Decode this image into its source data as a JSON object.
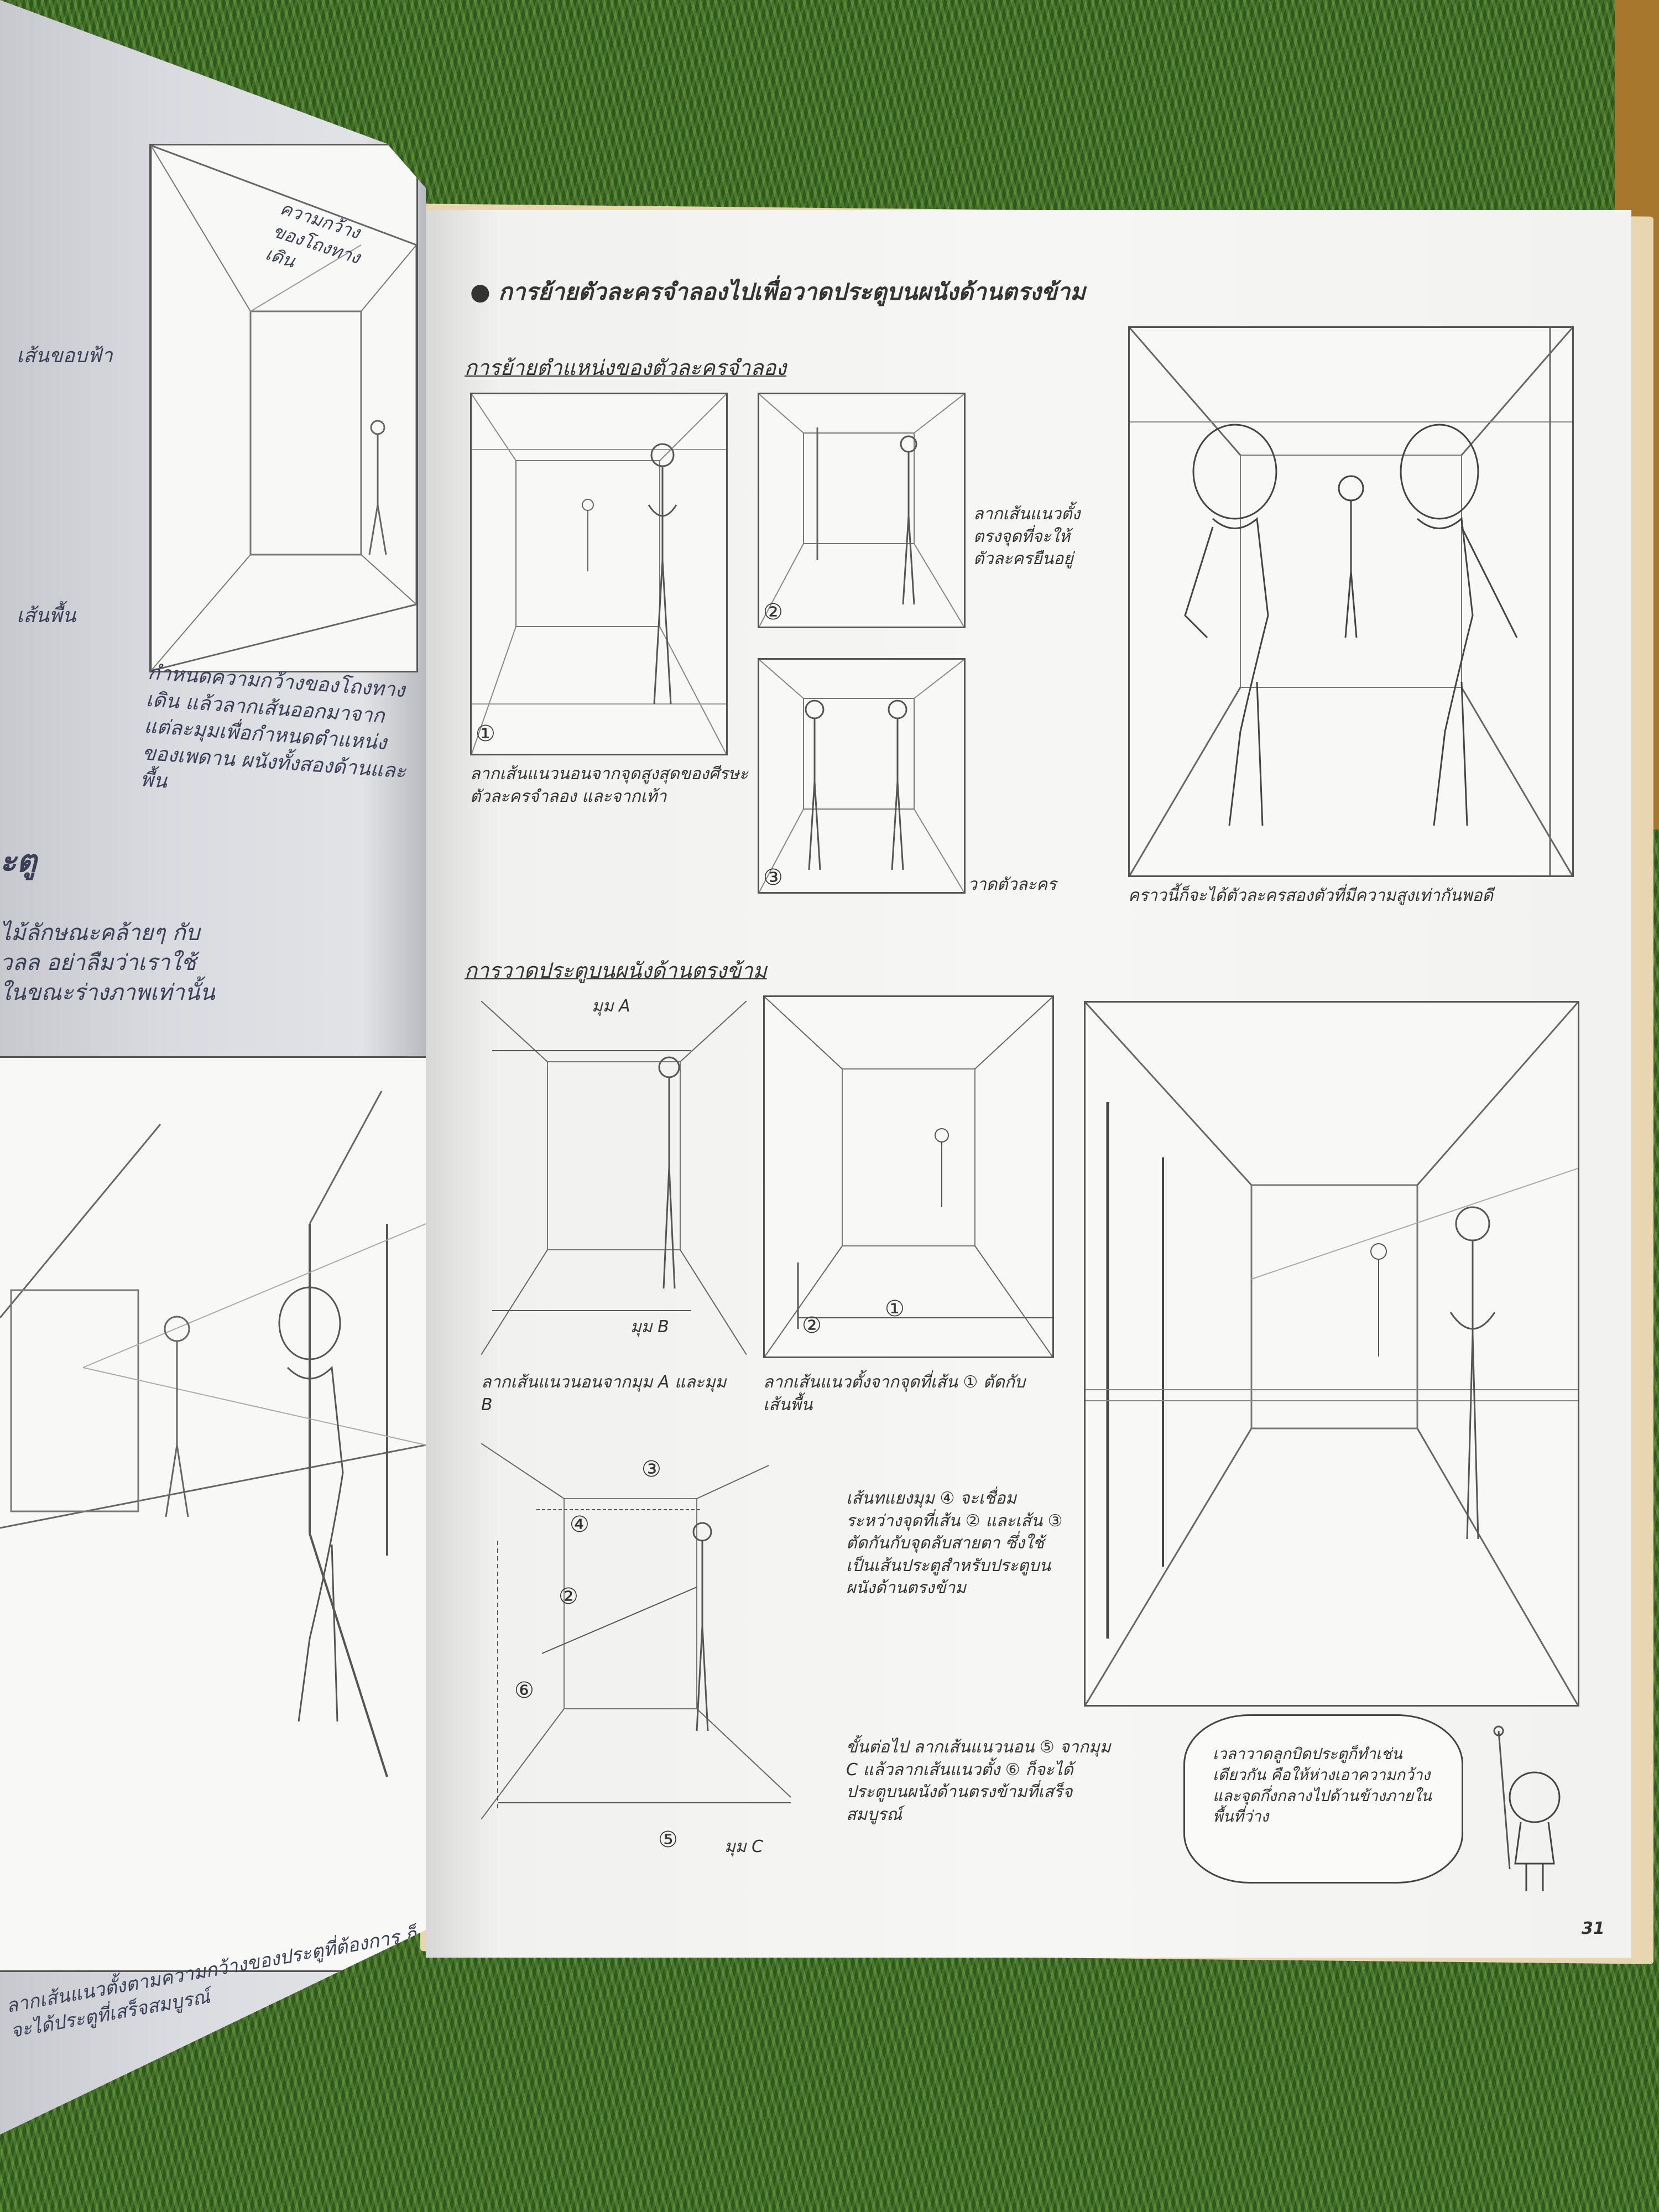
{
  "left_page": {
    "top_figure_label": "ความกว้างของโถงทางเดิน",
    "ceiling_line_label": "เส้นขอบฟ้า",
    "floor_line_label": "เส้นพื้น",
    "top_caption": "กำหนดความกว้างของโถงทางเดิน แล้วลากเส้นออกมาจากแต่ละมุมเพื่อกำหนดตำแหน่งของเพดาน ผนังทั้งสองด้านและพื้น",
    "section_fragment": "ะตู",
    "body_text": "ไม้ลักษณะคล้ายๆ กับวลล อย่าลืมว่าเราใช้ ในขณะร่างภาพเท่านั้น",
    "bottom_caption": "ลากเส้นแนวตั้งตามความกว้างของประตูที่ต้องการ ก็จะได้ประตูที่เสร็จสมบูรณ์"
  },
  "right_page": {
    "main_heading": "การย้ายตัวละครจำลองไปเพื่อวาดประตูบนผนังด้านตรงข้าม",
    "sub_heading_1": "การย้ายตำแหน่งของตัวละครจำลอง",
    "caption_fig1": "ลากเส้นแนวนอนจากจุดสูงสุดของศีรษะตัวละครจำลอง และจากเท้า",
    "caption_fig2": "ลากเส้นแนวตั้งตรงจุดที่จะให้ตัวละครยืนอยู่",
    "caption_fig3": "วาดตัวละคร",
    "caption_fig4": "คราวนี้ก็จะได้ตัวละครสองตัวที่มีความสูงเท่ากันพอดี",
    "sub_heading_2": "การวาดประตูบนผนังด้านตรงข้าม",
    "label_corner_a": "มุม A",
    "label_corner_b": "มุม B",
    "label_corner_c": "มุม C",
    "caption_fig5": "ลากเส้นแนวนอนจากมุม A และมุม B",
    "caption_fig6": "ลากเส้นแนวตั้งจากจุดที่เส้น ① ตัดกับเส้นพื้น",
    "caption_diag": "เส้นทแยงมุม ④ จะเชื่อมระหว่างจุดที่เส้น ② และเส้น ③ ตัดกันกับจุดลับสายตา ซึ่งใช้เป็นเส้นประตูสำหรับประตูบนผนังด้านตรงข้าม",
    "caption_next": "ขั้นต่อไป ลากเส้นแนวนอน ⑤ จากมุม C แล้วลากเส้นแนวตั้ง ⑥ ก็จะได้ประตูบนผนังด้านตรงข้ามที่เสร็จสมบูรณ์",
    "bubble_text": "เวลาวาดลูกบิดประตูก็ทำเช่นเดียวกัน คือให้ห่างเอาความกว้างและจุดกึ่งกลางไปด้านข้างภายในพื้นที่ว่าง",
    "num1": "①",
    "num2": "②",
    "num3": "③",
    "num4": "④",
    "num5": "⑤",
    "num6": "⑥",
    "page_number": "31"
  }
}
